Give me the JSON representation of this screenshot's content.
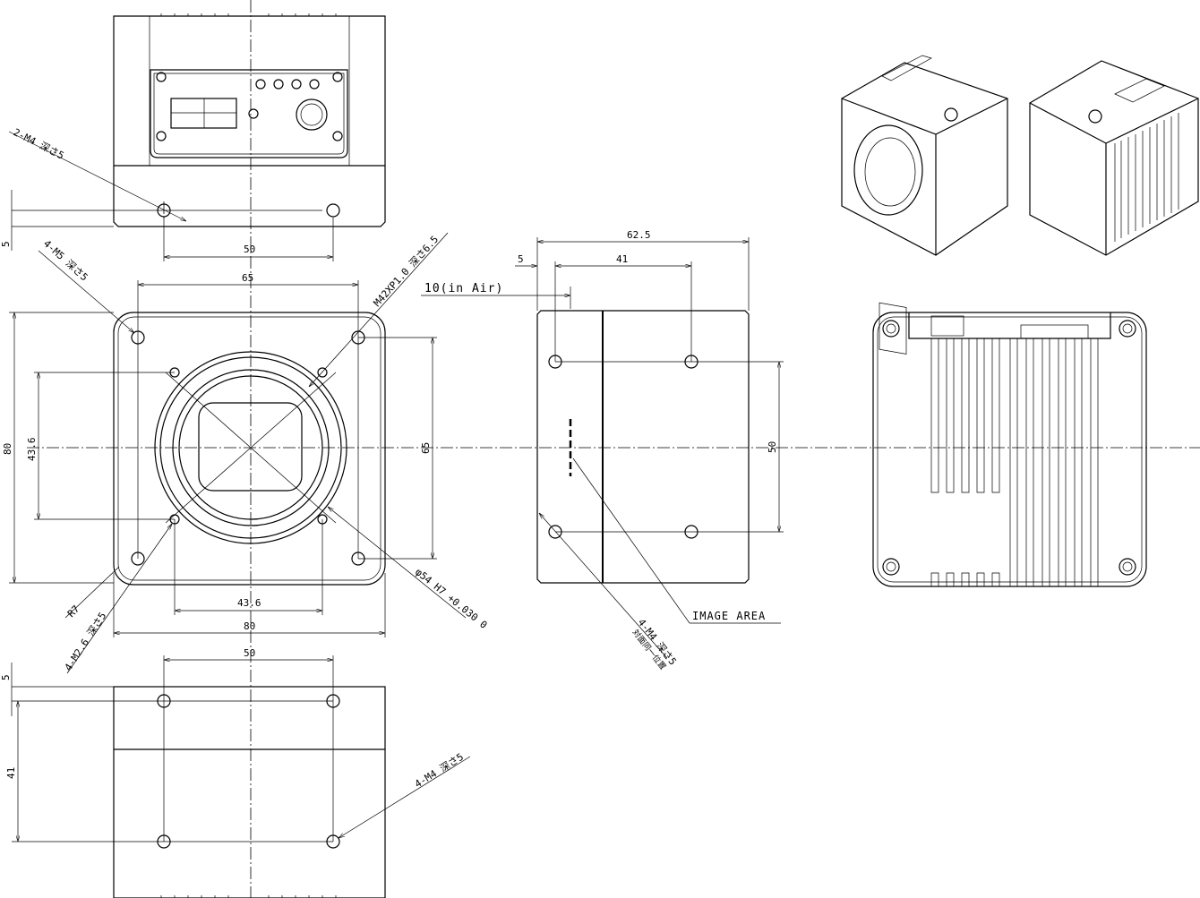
{
  "top_view": {
    "label_holes": "2-M4 深さ5",
    "dim_5": "5",
    "dim_50": "50"
  },
  "front_view": {
    "label_m5": "4-M5 深さ5",
    "label_mount": "M42XP1.0 深さ6.5",
    "label_bore": "φ54 H7 +0.030 0",
    "label_r7": "R7",
    "label_m26": "4-M2.6 深さ5",
    "dim_65_h": "65",
    "dim_80_v": "80",
    "dim_436_v": "43.6",
    "dim_65_v": "65",
    "dim_436_h": "43.6",
    "dim_80_h": "80"
  },
  "bottom_view": {
    "dim_5": "5",
    "dim_50": "50",
    "dim_41": "41",
    "label_holes": "4-M4 深さ5"
  },
  "side_view": {
    "dim_625": "62.5",
    "dim_41": "41",
    "dim_5": "5",
    "dim_10": "10(in Air)",
    "dim_50": "50",
    "label_image_area": "IMAGE AREA",
    "label_holes": "4-M4 深さ5",
    "label_holes_note": "対面同一位置"
  }
}
